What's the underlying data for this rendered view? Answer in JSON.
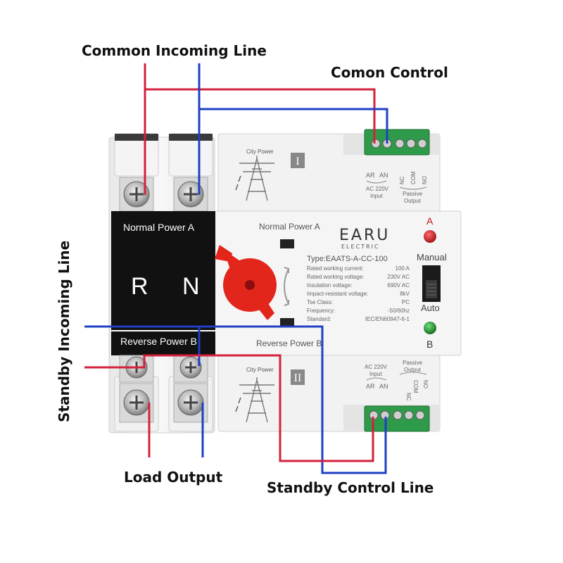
{
  "callouts": {
    "common_incoming": "Common Incoming Line",
    "common_control": "Comon Control",
    "standby_incoming": "Standby Incoming Line",
    "load_output": "Load Output",
    "standby_control": "Standby Control Line"
  },
  "device": {
    "brand": "EARU",
    "brand_sub": "ELECTRIC",
    "type": "Type:EAATS-A-CC-100",
    "normal_power_label": "Normal Power A",
    "reverse_power_label": "Reverse Power B",
    "pole_r": "R",
    "pole_n": "N",
    "indicator_a": "A",
    "indicator_b": "B",
    "manual": "Manual",
    "auto": "Auto",
    "specs": [
      {
        "key": "Rated working current:",
        "value": "100   A"
      },
      {
        "key": "Rated working voltage:",
        "value": "230V AC"
      },
      {
        "key": "Insulation voltage:",
        "value": "690V AC"
      },
      {
        "key": "Impact-resistant voltage:",
        "value": "8kV"
      },
      {
        "key": "Tse Class:",
        "value": "PC"
      },
      {
        "key": "Frequency:",
        "value": "-50/60hz"
      },
      {
        "key": "Standard:",
        "value": "IEC/EN60947-6-1"
      }
    ]
  },
  "top_module": {
    "city_power": "City Power",
    "roman": "I",
    "ar": "AR",
    "an": "AN",
    "input_voltage": "AC 220V",
    "input": "Input",
    "nc": "NC",
    "com": "COM",
    "no": "NO",
    "passive": "Passive",
    "output": "Output"
  },
  "bottom_module": {
    "city_power": "City Power",
    "roman": "II",
    "ar": "AR",
    "an": "AN",
    "input_voltage": "AC 220V",
    "input": "Input",
    "nc": "NC",
    "com": "COM",
    "no": "NO",
    "passive": "Passive",
    "output": "Output"
  },
  "colors": {
    "live_wire": "#d3213c",
    "neutral_wire": "#1f3fc4",
    "terminal_green": "#2e9b4a",
    "handle_red": "#e3261c",
    "led_red": "#c4121a",
    "led_green": "#1c8a2c",
    "body_white": "#eeeeee",
    "panel_black": "#111111"
  }
}
